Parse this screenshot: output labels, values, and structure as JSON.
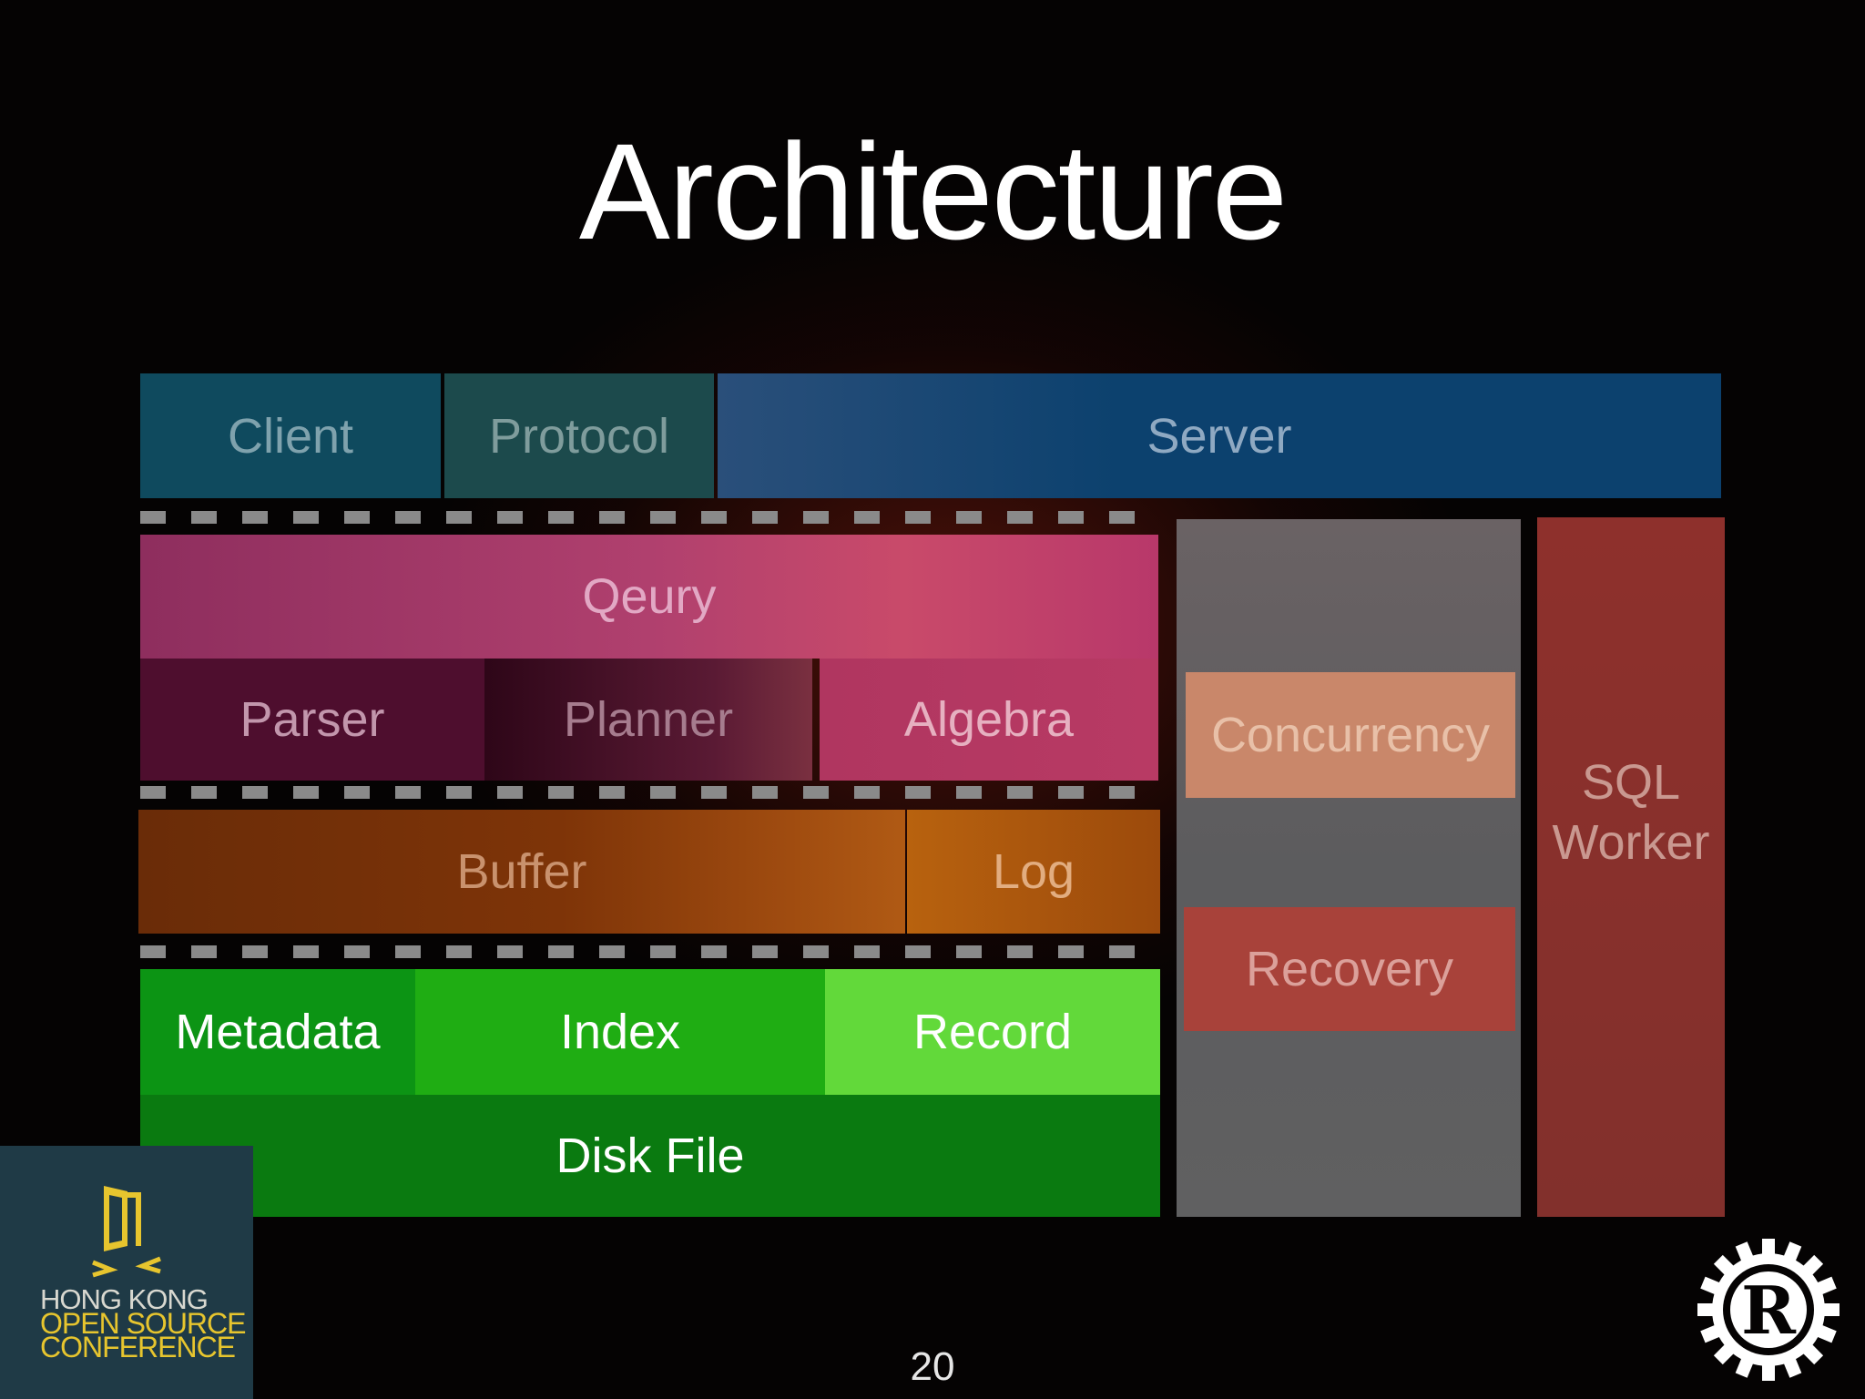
{
  "slide": {
    "title": "Architecture",
    "page_number": "20"
  },
  "layers": {
    "client": "Client",
    "protocol": "Protocol",
    "server": "Server",
    "query": "Qeury",
    "parser": "Parser",
    "planner": "Planner",
    "algebra": "Algebra",
    "buffer": "Buffer",
    "log": "Log",
    "metadata": "Metadata",
    "index": "Index",
    "record": "Record",
    "disk_file": "Disk File",
    "concurrency": "Concurrency",
    "recovery": "Recovery",
    "sql_worker_line1": "SQL",
    "sql_worker_line2": "Worker"
  },
  "conference_logo": {
    "line1": "HONG KONG",
    "line2": "OPEN SOURCE",
    "line3": "CONFERENCE",
    "icon": "door-icon"
  },
  "rust_logo": {
    "icon": "rust-gear-icon",
    "letter": "R"
  },
  "colors": {
    "client": "#0f4a5e",
    "protocol": "#1c4a4c",
    "server": "#0c416e",
    "query": "#a8386a",
    "parser": "#4e0e2e",
    "planner": "#3a0a22",
    "algebra": "#b03660",
    "buffer": "#7b3408",
    "log": "#a8520c",
    "metadata": "#0c9414",
    "index": "#1fad13",
    "record": "#62d93a",
    "disk_file": "#0a7a10",
    "concurrency_panel": "#5f5f60",
    "concurrency": "#c9876a",
    "recovery": "#a8423a",
    "sql_worker": "#84302c"
  }
}
